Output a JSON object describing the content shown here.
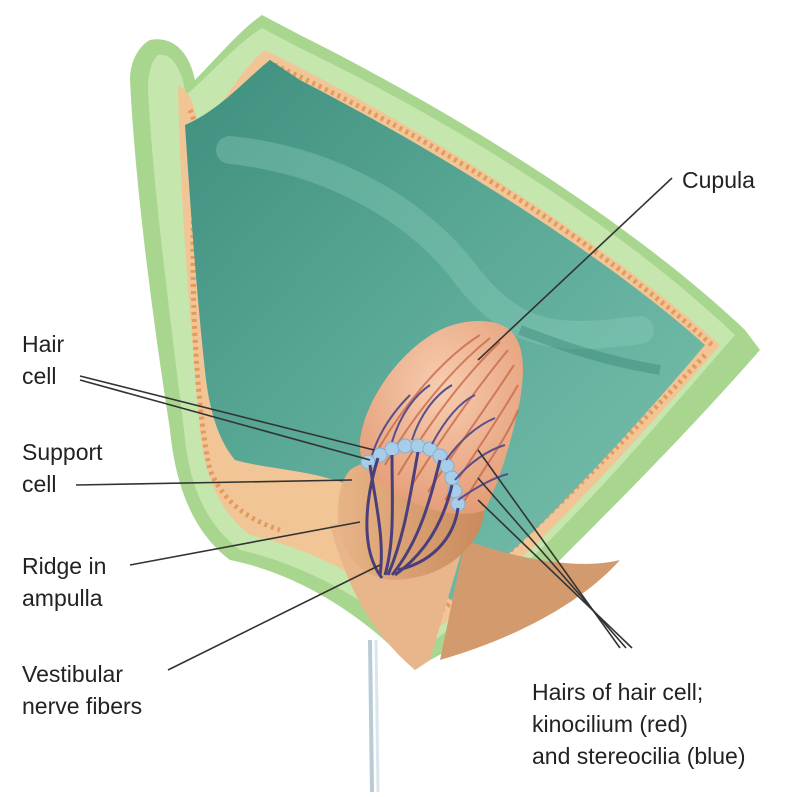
{
  "labels": {
    "cupula": "Cupula",
    "hair_cell": [
      "Hair",
      "cell"
    ],
    "support_cell": [
      "Support",
      "cell"
    ],
    "ridge": [
      "Ridge in",
      "ampulla"
    ],
    "vestibular": [
      "Vestibular",
      "nerve fibers"
    ],
    "hairs": [
      "Hairs of hair cell;",
      "kinocilium (red)",
      "and stereocilia (blue)"
    ]
  },
  "colors": {
    "endolymph": "#4f9c8a",
    "endolymph_light": "#8ed0c0",
    "outer_wall": "#a9d68f",
    "epithelium": "#f2c596",
    "cupula": "#eeb08e",
    "ridge": "#dfa273",
    "stereocilia": "#a8cde8",
    "nerve": "#4a3f7a",
    "leader_line": "#333333"
  }
}
